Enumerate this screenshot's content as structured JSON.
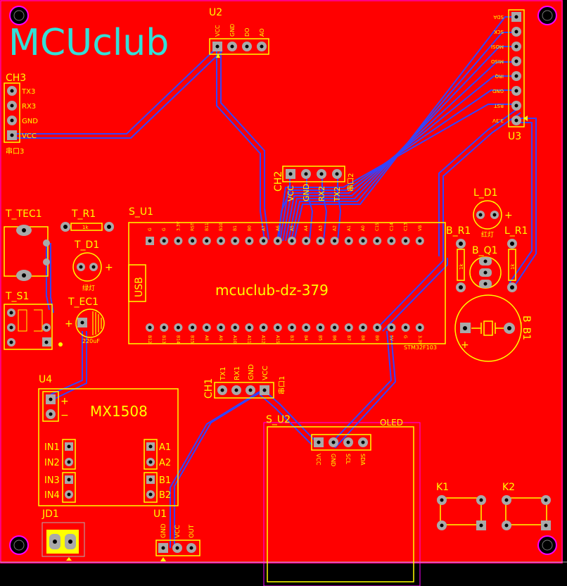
{
  "colors": {
    "board": "#ff0000",
    "silk": "#ffff00",
    "logo": "#33e0d8",
    "trace": "#3344ff",
    "pad": "#a9a9a9",
    "outline": "#ff00ff"
  },
  "logo": "MCUclub",
  "designators": {
    "u2": "U2",
    "ch3": "CH3",
    "u3": "U3",
    "ch2": "CH2",
    "s_u1": "S_U1",
    "t_tec1": "T_TEC1",
    "t_r1": "T_R1",
    "t_d1": "T_D1",
    "t_s1": "T_S1",
    "t_ec1": "T_EC1",
    "l_d1": "L_D1",
    "b_r1": "B_R1",
    "l_r1": "L_R1",
    "b_q1": "B_Q1",
    "b_b1": "B_B1",
    "u4": "U4",
    "ch1": "CH1",
    "s_u2": "S_U2",
    "k1": "K1",
    "k2": "K2",
    "u1": "U1",
    "jd1": "JD1"
  },
  "u2_pins": [
    "VCC",
    "GND",
    "DO",
    "AO"
  ],
  "ch3_pins": [
    "TX3",
    "RX3",
    "GND",
    "VCC"
  ],
  "ch3_mark": "串口3",
  "u3_pins": [
    "SDA",
    "SCK",
    "MOSI",
    "MISO",
    "IRQ",
    "GND",
    "RST",
    "3.3V"
  ],
  "ch2_pins": [
    "VCC",
    "GND",
    "RX2",
    "TX2"
  ],
  "ch2_mark": "串口2",
  "s_u1": {
    "title": "mcuclub-dz-379",
    "usb": "USB",
    "chip": "STM32F103",
    "top_pins": [
      "G",
      "G",
      "3.3V",
      "RST",
      "B11",
      "B10",
      "B1",
      "B0",
      "A7",
      "A6",
      "A5",
      "A4",
      "A3",
      "A2",
      "A1",
      "A0",
      "C15",
      "C14",
      "C13",
      "VB"
    ],
    "bottom_pins": [
      "B12",
      "B13",
      "B14",
      "B15",
      "A8",
      "A9",
      "A10",
      "A11",
      "A12",
      "A15",
      "B3",
      "B4",
      "B5",
      "B6",
      "B7",
      "B8",
      "B9",
      "5V",
      "G",
      "3.3V"
    ]
  },
  "t_r1_value": "1k",
  "t_d1_mark": "绿灯",
  "t_ec1_value": "220uF",
  "l_d1_mark": "红灯",
  "b_r1_value": "1k",
  "l_r1_value": "1k",
  "u4": {
    "chip": "MX1508",
    "plus": "+",
    "minus": "−",
    "in_pins": [
      "IN1",
      "IN2",
      "IN3",
      "IN4"
    ],
    "out_pins": [
      "A1",
      "A2",
      "B1",
      "B2"
    ]
  },
  "ch1_pins": [
    "TX1",
    "RX1",
    "GND",
    "VCC"
  ],
  "ch1_mark": "串口1",
  "oled": {
    "label": "OLED",
    "pins": [
      "VCC",
      "GND",
      "SCL",
      "SDA"
    ]
  },
  "u1_pins": [
    "GND",
    "VCC",
    "OUT"
  ],
  "plus": "+"
}
